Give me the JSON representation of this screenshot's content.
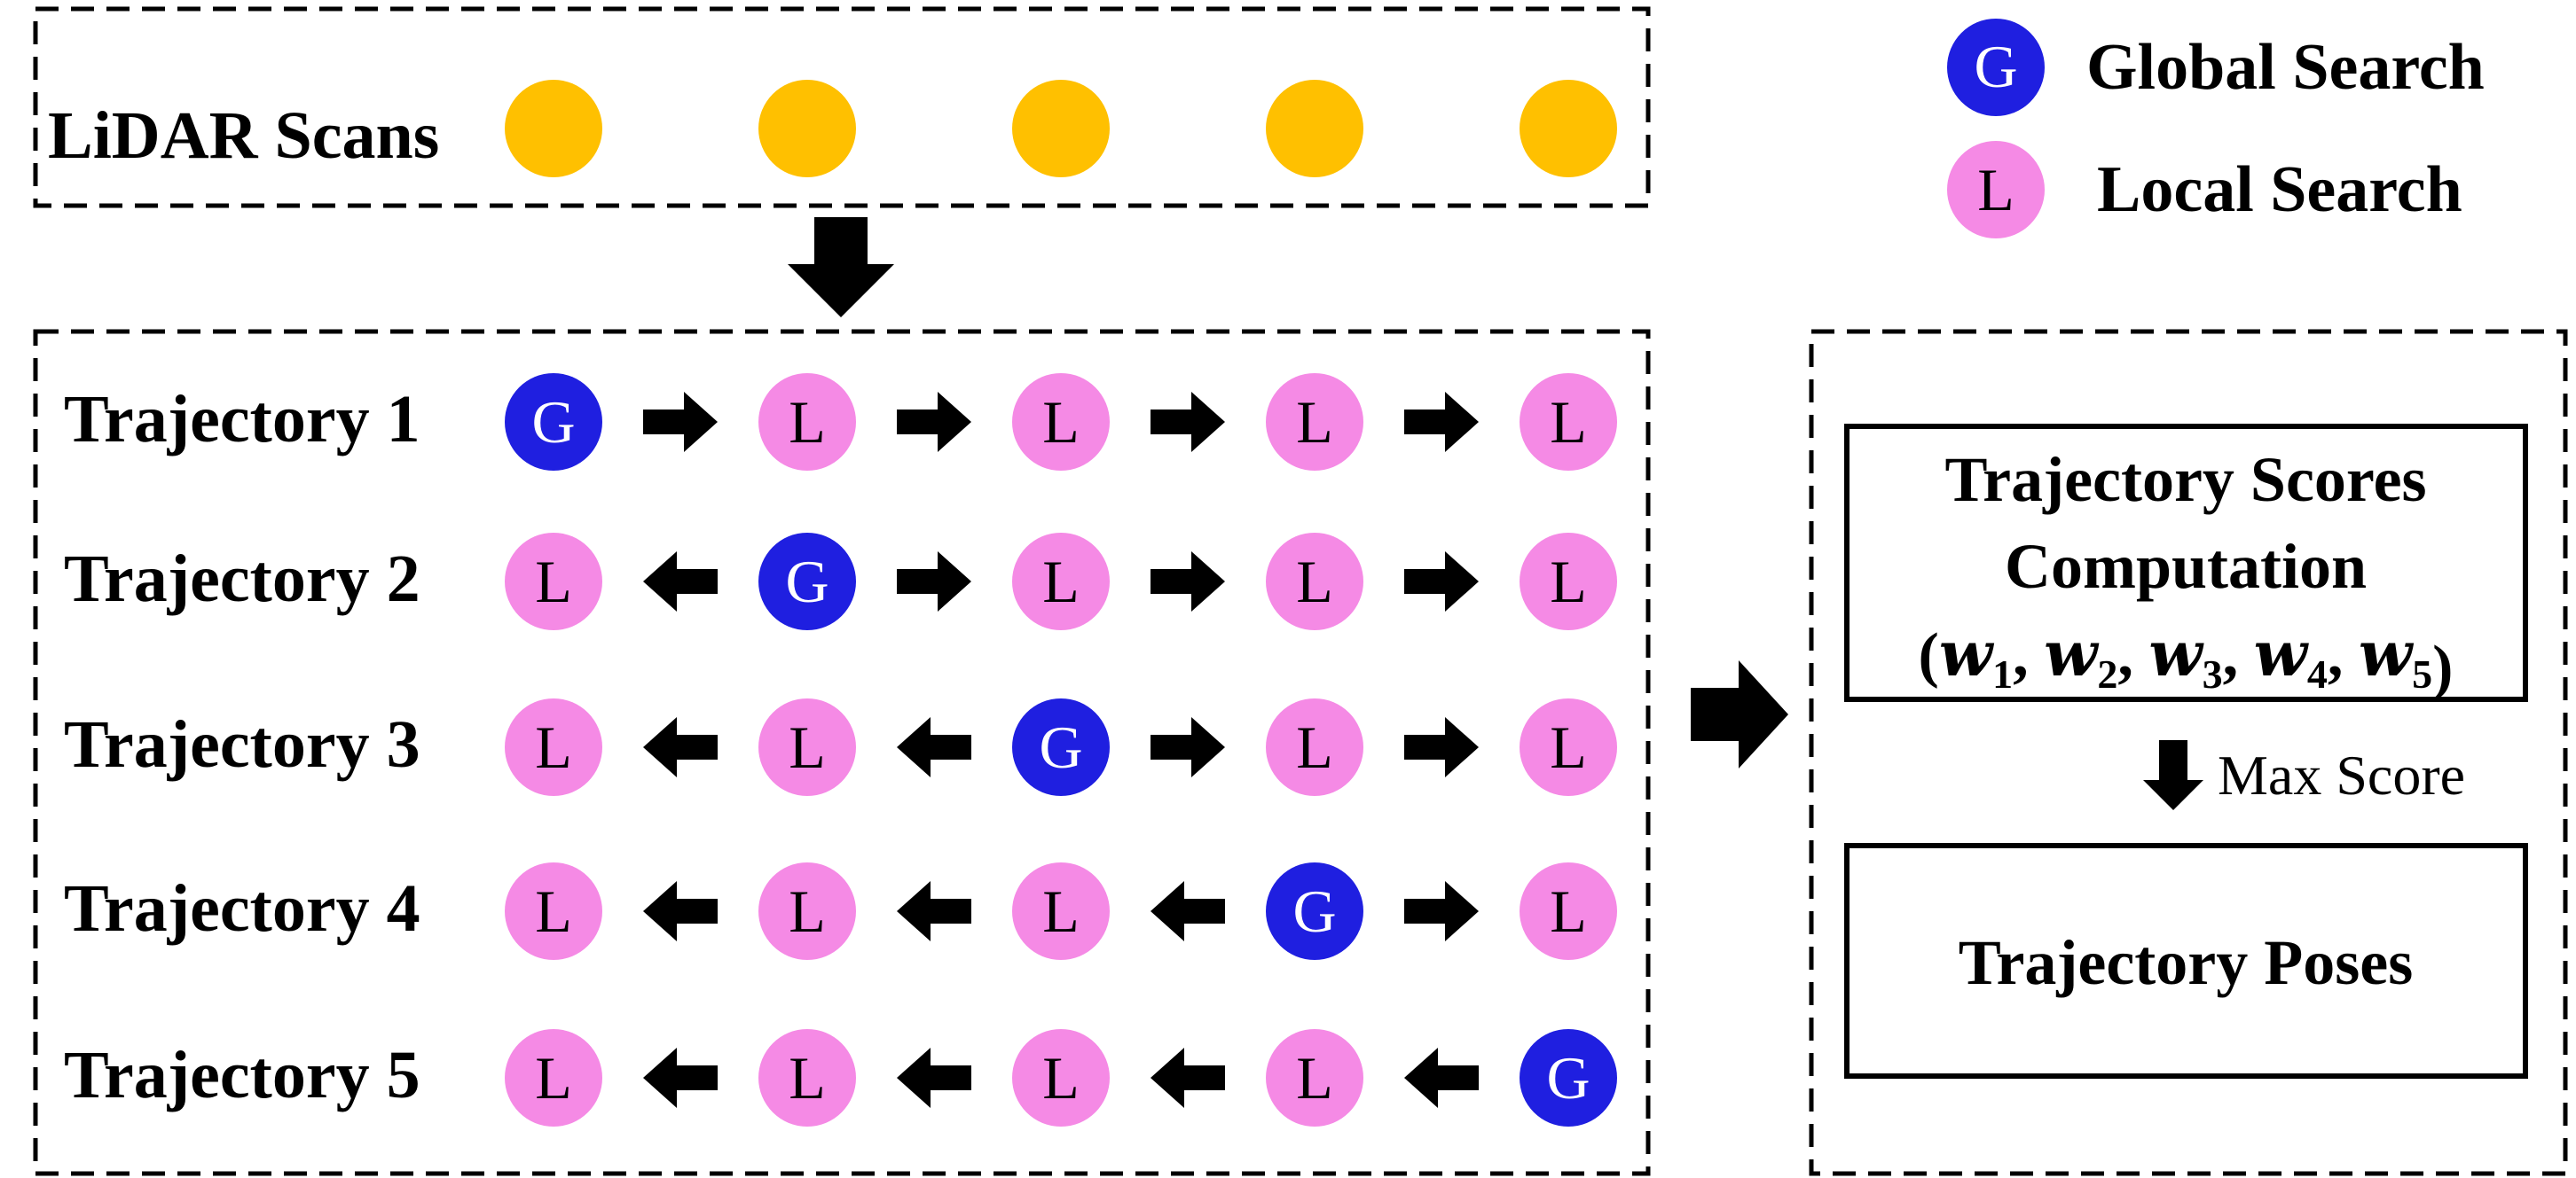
{
  "colors": {
    "scan": "#FFC000",
    "global": "#1F1FE0",
    "local": "#F58AE5",
    "global_text": "#FFFFFF",
    "local_text": "#000000",
    "line": "#000000"
  },
  "legend": {
    "global": {
      "symbol": "G",
      "label": "Global Search"
    },
    "local": {
      "symbol": "L",
      "label": "Local Search"
    }
  },
  "scans": {
    "label": "LiDAR Scans",
    "count": 5
  },
  "trajectories": [
    {
      "label": "Trajectory 1",
      "nodes": [
        "G",
        "L",
        "L",
        "L",
        "L"
      ],
      "arrows": [
        "right",
        "right",
        "right",
        "right"
      ]
    },
    {
      "label": "Trajectory 2",
      "nodes": [
        "L",
        "G",
        "L",
        "L",
        "L"
      ],
      "arrows": [
        "left",
        "right",
        "right",
        "right"
      ]
    },
    {
      "label": "Trajectory 3",
      "nodes": [
        "L",
        "L",
        "G",
        "L",
        "L"
      ],
      "arrows": [
        "left",
        "left",
        "right",
        "right"
      ]
    },
    {
      "label": "Trajectory 4",
      "nodes": [
        "L",
        "L",
        "L",
        "G",
        "L"
      ],
      "arrows": [
        "left",
        "left",
        "left",
        "right"
      ]
    },
    {
      "label": "Trajectory 5",
      "nodes": [
        "L",
        "L",
        "L",
        "L",
        "G"
      ],
      "arrows": [
        "left",
        "left",
        "left",
        "left"
      ]
    }
  ],
  "scores_box": {
    "line1": "Trajectory Scores",
    "line2": "Computation",
    "weights": [
      "1",
      "2",
      "3",
      "4",
      "5"
    ],
    "weight_symbol": "w"
  },
  "max_score_label": "Max Score",
  "poses_box": {
    "label": "Trajectory Poses"
  }
}
